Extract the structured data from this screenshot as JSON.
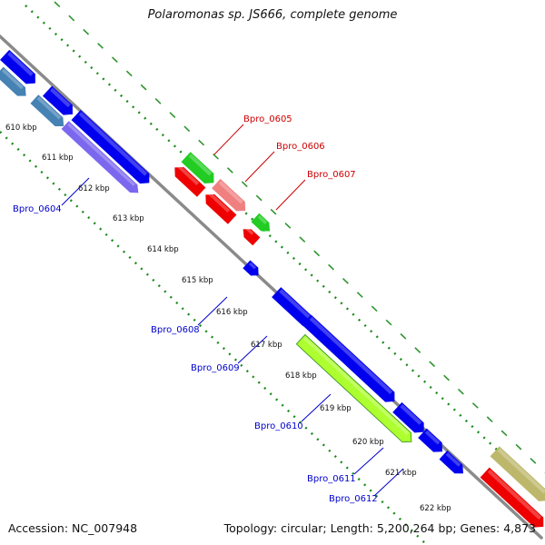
{
  "title": "Polaromonas sp. JS666, complete genome",
  "footer": {
    "accession": "Accession: NC_007948",
    "summary": "Topology: circular; Length: 5,200,264 bp; Genes: 4,873"
  },
  "ticks": [
    "610 kbp",
    "611 kbp",
    "612 kbp",
    "613 kbp",
    "614 kbp",
    "615 kbp",
    "616 kbp",
    "617 kbp",
    "618 kbp",
    "619 kbp",
    "620 kbp",
    "621 kbp",
    "622 kbp"
  ],
  "gene_labels": [
    {
      "name": "Bpro_0604",
      "color": "#0000cc"
    },
    {
      "name": "Bpro_0605",
      "color": "#cc0000"
    },
    {
      "name": "Bpro_0606",
      "color": "#cc0000"
    },
    {
      "name": "Bpro_0607",
      "color": "#cc0000"
    },
    {
      "name": "Bpro_0608",
      "color": "#0000cc"
    },
    {
      "name": "Bpro_0609",
      "color": "#0000cc"
    },
    {
      "name": "Bpro_0610",
      "color": "#0000cc"
    },
    {
      "name": "Bpro_0611",
      "color": "#0000cc"
    },
    {
      "name": "Bpro_0612",
      "color": "#0000cc"
    }
  ],
  "colors": {
    "backbone": "#8a8a8a",
    "forward_blue": "#0000ee",
    "reverse_red": "#ee0000",
    "steel_blue": "#4682b4",
    "violet": "#7b68ee",
    "green": "#22cc22",
    "pink": "#f08080",
    "yellow_green": "#adff2f",
    "olive": "#bdb76b",
    "dotted_track": "#1a8a1a"
  }
}
